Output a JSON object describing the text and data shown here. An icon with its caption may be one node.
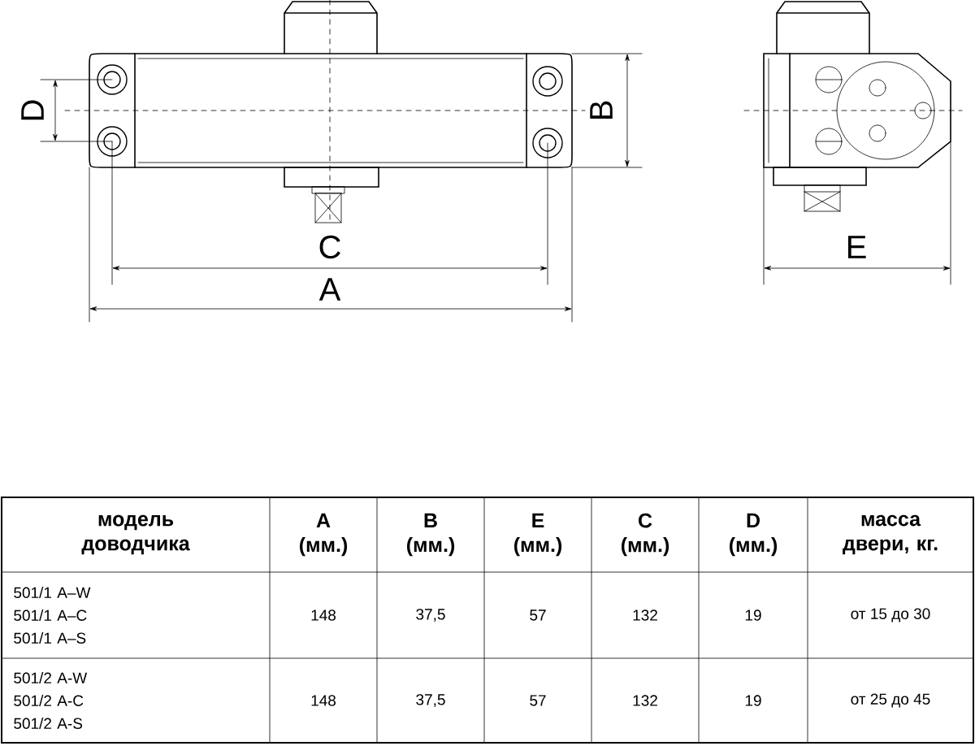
{
  "diagram": {
    "labels": [
      "D",
      "B",
      "C",
      "E",
      "A",
      "модель доводчика",
      "A (мм.)",
      "B (мм.)",
      "E (мм.)",
      "C (мм.)",
      "D (мм.)",
      "масса двери, кг.",
      "501/1 A–W 501/1 A–C 501/1 A–S",
      "148",
      "37,5",
      "57",
      "132",
      "19",
      "от 15 до 30",
      "501/2 A-W 501/2 A-C 501/2 A-S",
      "148",
      "37,5",
      "57",
      "132",
      "19",
      "от 25 до 45"
    ]
  }
}
